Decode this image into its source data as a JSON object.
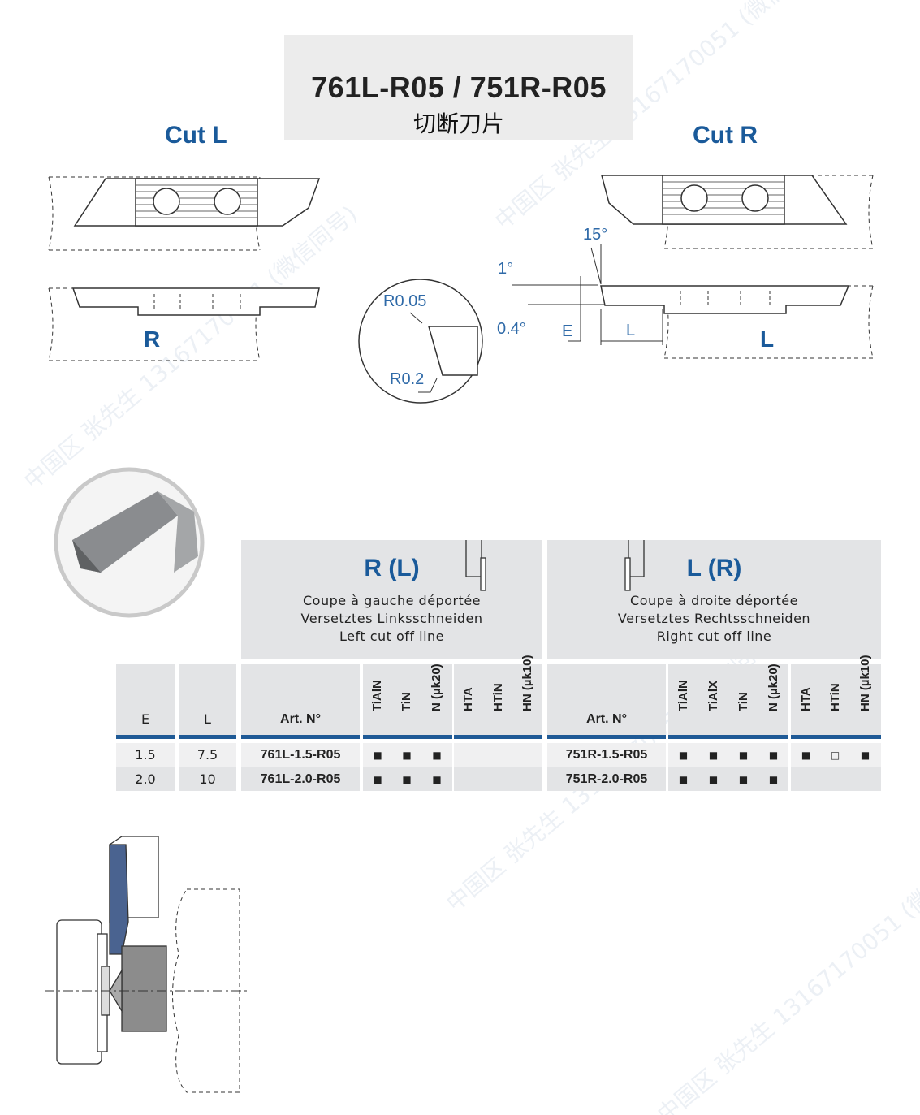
{
  "header": {
    "title": "761L-R05 / 751R-R05",
    "subtitle": "切断刀片"
  },
  "drawings": {
    "cut_l_label": "Cut L",
    "cut_r_label": "Cut R",
    "side_left_label": "R",
    "side_right_label": "L",
    "detail_radius_top": "R0.05",
    "detail_radius_bottom": "R0.2",
    "angle_15": "15°",
    "angle_1": "1°",
    "angle_04": "0.4°",
    "dim_e": "E",
    "dim_l": "L"
  },
  "panels": [
    {
      "code": "R (L)",
      "lines": [
        "Coupe à gauche déportée",
        "Versetztes Linksschneiden",
        "Left cut off line"
      ]
    },
    {
      "code": "L (R)",
      "lines": [
        "Coupe à droite déportée",
        "Versetztes Rechtsschneiden",
        "Right cut off line"
      ]
    }
  ],
  "table": {
    "headers": {
      "e": "E",
      "l": "L",
      "art_left": "Art. N°",
      "art_right": "Art. N°",
      "left_coatings": [
        "TiAlN",
        "TiN",
        "N (µk20)",
        "HTA",
        "HTiN",
        "HN (µk10)"
      ],
      "right_coatings": [
        "TiAlN",
        "TiAlX",
        "TiN",
        "N (µk20)",
        "HTA",
        "HTiN",
        "HN (µk10)"
      ]
    },
    "rows": [
      {
        "e": "1.5",
        "l": "7.5",
        "art_left": "761L-1.5-R05",
        "left_marks": [
          "■",
          "■",
          "■",
          "",
          "",
          ""
        ],
        "art_right": "751R-1.5-R05",
        "right_marks": [
          "■",
          "■",
          "■",
          "■",
          "■",
          "□",
          "■"
        ]
      },
      {
        "e": "2.0",
        "l": "10",
        "art_left": "761L-2.0-R05",
        "left_marks": [
          "■",
          "■",
          "■",
          "",
          "",
          ""
        ],
        "art_right": "751R-2.0-R05",
        "right_marks": [
          "■",
          "■",
          "■",
          "■",
          "",
          "",
          ""
        ]
      }
    ]
  },
  "watermark": "中国区 张先生 13167170051 (微信同号)"
}
